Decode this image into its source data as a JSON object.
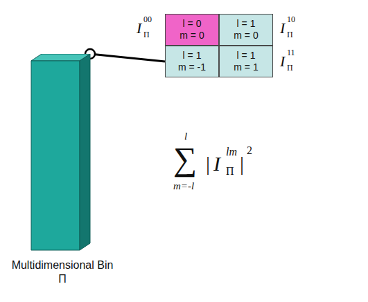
{
  "diagram": {
    "nodes": [
      {
        "text": [
          "l = 0",
          "m = 0"
        ]
      },
      {
        "text": [
          "l = 1",
          "m = 0"
        ]
      },
      {
        "text": [
          "l = 1",
          "m = -1"
        ]
      },
      {
        "text": [
          "l = 1",
          "m = 1"
        ]
      },
      {
        "text": [
          "Multidimensional Bin Π"
        ]
      }
    ],
    "edges": [
      {
        "from": 4,
        "to": 2,
        "arrow": "none"
      }
    ],
    "labels": [
      "I",
      "00",
      "Π",
      "I",
      "10",
      "Π",
      "I",
      "11",
      "Π",
      "∑",
      "l",
      "m=-l",
      "|",
      "I",
      "lm",
      "Π",
      "|",
      "2"
    ]
  }
}
